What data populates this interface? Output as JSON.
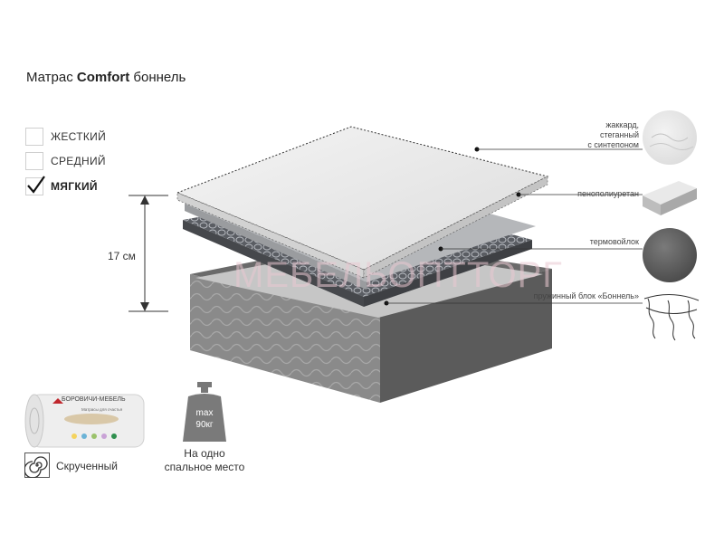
{
  "title": {
    "prefix": "Матрас",
    "model": "Comfort",
    "suffix": "боннель"
  },
  "firmness": [
    {
      "label": "ЖЕСТКИЙ",
      "checked": false
    },
    {
      "label": "СРЕДНИЙ",
      "checked": false
    },
    {
      "label": "МЯГКИЙ",
      "checked": true
    }
  ],
  "height_label": "17 см",
  "layers": [
    {
      "label_lines": [
        "жаккард,",
        "стеганный",
        "с синтепоном"
      ]
    },
    {
      "label": "пенополиуретан"
    },
    {
      "label": "термовойлок"
    },
    {
      "label": "пружинный блок «Боннель»"
    }
  ],
  "watermark": "МЕБЕЛЬОПТТОРГ",
  "rolled": {
    "brand": "БОРОВИЧИ-МЕБЕЛЬ",
    "tagline": "Матрасы для счастья",
    "label": "Скрученный"
  },
  "weight": {
    "max_label": "max",
    "value": "90кг",
    "caption_line1": "На одно",
    "caption_line2": "спальное место"
  }
}
